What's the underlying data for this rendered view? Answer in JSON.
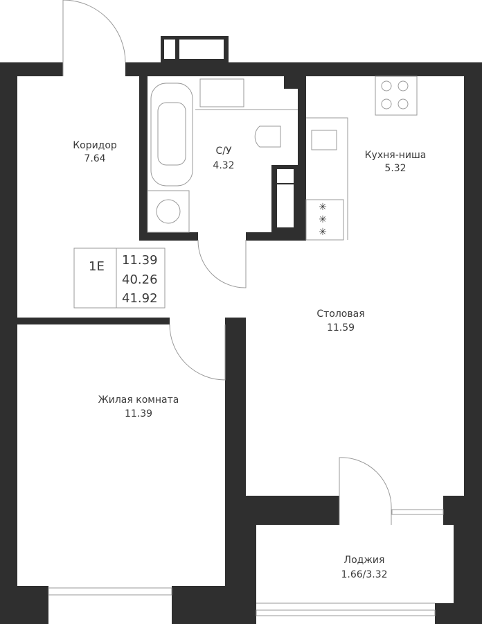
{
  "rooms": {
    "corridor": {
      "name": "Коридор",
      "area": "7.64"
    },
    "bathroom": {
      "name": "С/У",
      "area": "4.32"
    },
    "kitchen": {
      "name": "Кухня-ниша",
      "area": "5.32"
    },
    "dining": {
      "name": "Столовая",
      "area": "11.59"
    },
    "living": {
      "name": "Жилая комната",
      "area": "11.39"
    },
    "loggia": {
      "name": "Лоджия",
      "area": "1.66/3.32"
    }
  },
  "summary": {
    "type": "1E",
    "living_area": "11.39",
    "total_area": "40.26",
    "total_with_loggia": "41.92"
  },
  "colors": {
    "wall": "#2f2f2f",
    "line": "#9a9a9a",
    "text": "#3a3a3a"
  }
}
